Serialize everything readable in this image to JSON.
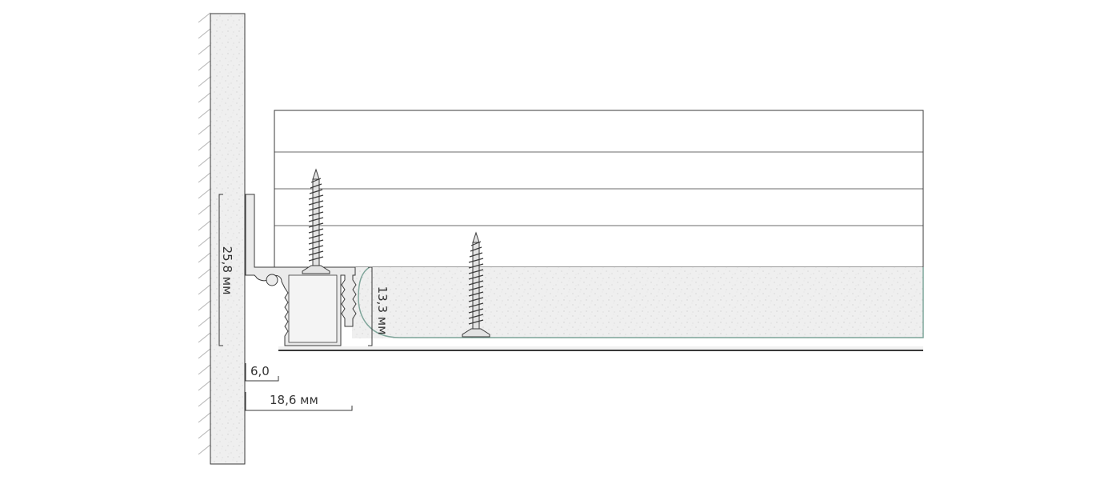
{
  "dimensions": {
    "profile_height": "25,8 мм",
    "channel_height": "13,3 мм",
    "wall_gap": "6,0",
    "profile_width": "18,6 мм"
  },
  "colors": {
    "wall_fill": "#ececec",
    "wall_hatch": "#b5b5b5",
    "profile_fill": "#ebebeb",
    "stretch_film": "#7fa59a",
    "outline": "#3a3a3a",
    "screw_fill": "#e3e3e3"
  },
  "icons": [
    "screw-icon"
  ]
}
